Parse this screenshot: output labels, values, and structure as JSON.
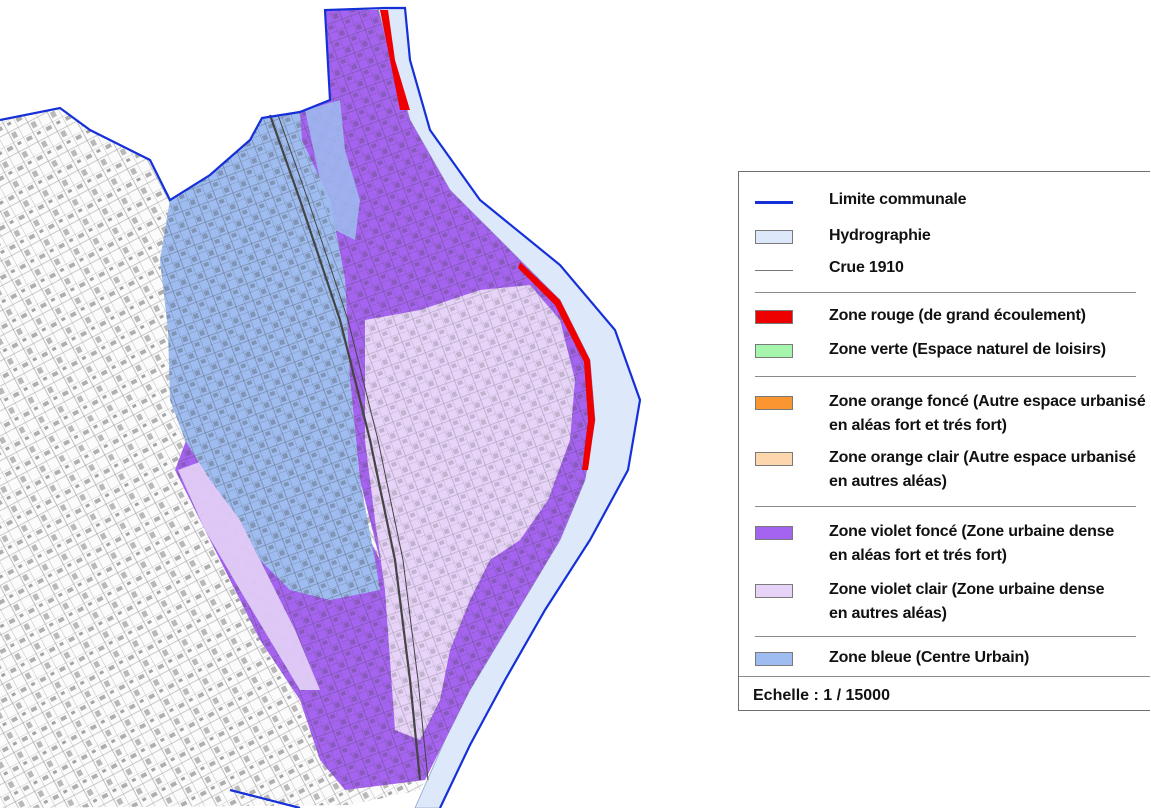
{
  "legend": {
    "items": [
      {
        "symbol": "line-thick",
        "color": "#1530d8",
        "label": "Limite communale"
      },
      {
        "symbol": "box",
        "color": "#dde8fa",
        "label": "Hydrographie"
      },
      {
        "symbol": "line-thin",
        "color": "#777777",
        "label": "Crue 1910"
      },
      {
        "symbol": "box",
        "color": "#ee0000",
        "label": "Zone rouge (de grand écoulement)"
      },
      {
        "symbol": "box",
        "color": "#a6f5ad",
        "label": "Zone verte (Espace naturel de loisirs)"
      },
      {
        "symbol": "box",
        "color": "#f9962f",
        "label": "Zone orange foncé (Autre espace urbanisé",
        "label2": "en aléas fort et trés fort)"
      },
      {
        "symbol": "box",
        "color": "#fcd6ad",
        "label": "Zone orange clair (Autre espace urbanisé",
        "label2": "en autres aléas)"
      },
      {
        "symbol": "box",
        "color": "#a564ef",
        "label": "Zone violet foncé (Zone urbaine dense",
        "label2": "en aléas fort et trés fort)"
      },
      {
        "symbol": "box",
        "color": "#e6d3f7",
        "label": "Zone violet clair (Zone urbaine dense",
        "label2": "en autres aléas)"
      },
      {
        "symbol": "box",
        "color": "#9ebcef",
        "label": "Zone bleue (Centre Urbain)"
      }
    ],
    "scale": "Echelle : 1 / 15000"
  },
  "colors": {
    "commune_limit": "#1530d8",
    "hydro": "#dde8fa",
    "red": "#ee0000",
    "violet_dark": "#a564ef",
    "violet_light": "#e6d3f7",
    "blue": "#9ebcef",
    "base_map_lines": "#555555"
  }
}
